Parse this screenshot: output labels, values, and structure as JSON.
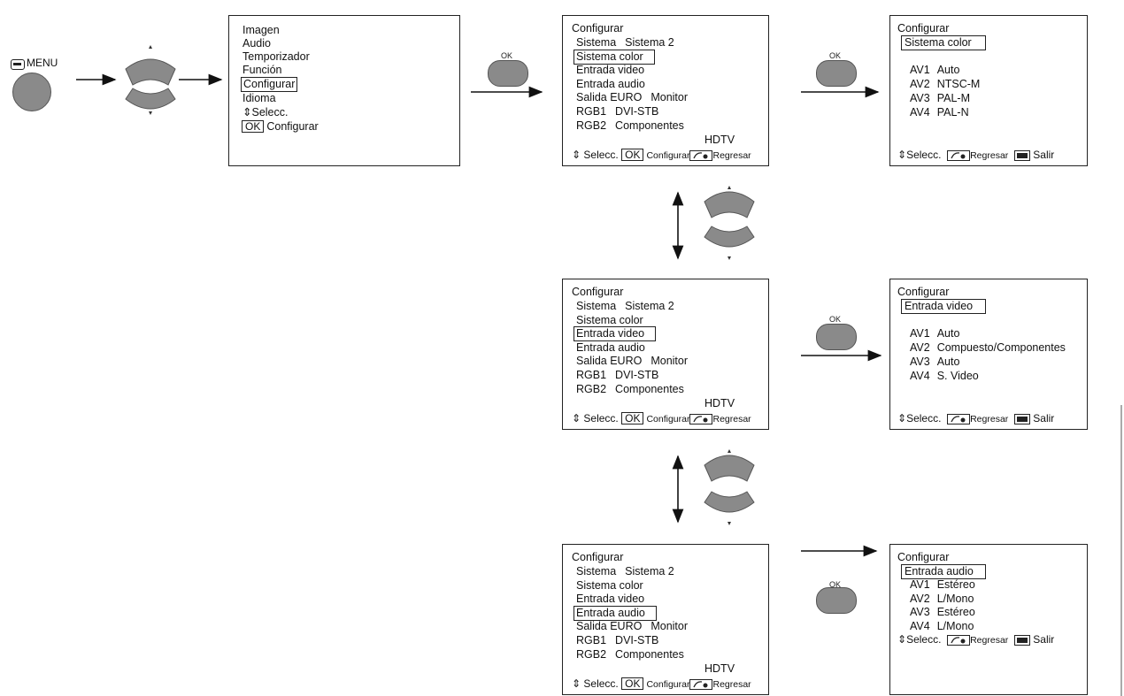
{
  "start": {
    "menu_label": "MENU"
  },
  "ok_label": "OK",
  "main_menu": {
    "items": [
      "Imagen",
      "Audio",
      "Temporizador",
      "Función",
      "Configurar",
      "Idioma"
    ],
    "selected": 4,
    "hint_select": "Selecc.",
    "hint_ok": "OK",
    "hint_ok_text": "Configurar"
  },
  "configurar": {
    "title": "Configurar",
    "rows": [
      [
        "Sistema",
        "Sistema 2"
      ],
      [
        "Sistema color",
        ""
      ],
      [
        "Entrada video",
        ""
      ],
      [
        "Entrada audio",
        ""
      ],
      [
        "Salida EURO",
        "Monitor"
      ],
      [
        "RGB1",
        "DVI-STB"
      ],
      [
        "RGB2",
        "Componentes"
      ]
    ],
    "hdtv": "HDTV",
    "footer_select": "Selecc.",
    "footer_ok": "OK",
    "footer_config": "Configurar",
    "footer_back": "Regresar"
  },
  "sub_color": {
    "title": "Configurar",
    "header": "Sistema color",
    "rows": [
      [
        "AV1",
        "Auto"
      ],
      [
        "AV2",
        "NTSC-M"
      ],
      [
        "AV3",
        "PAL-M"
      ],
      [
        "AV4",
        "PAL-N"
      ]
    ],
    "footer_select": "Selecc.",
    "footer_back": "Regresar",
    "footer_exit": "Salir"
  },
  "sub_video": {
    "title": "Configurar",
    "header": "Entrada video",
    "rows": [
      [
        "AV1",
        "Auto"
      ],
      [
        "AV2",
        "Compuesto/Componentes"
      ],
      [
        "AV3",
        "Auto"
      ],
      [
        "AV4",
        "S. Video"
      ]
    ],
    "footer_select": "Selecc.",
    "footer_back": "Regresar",
    "footer_exit": "Salir"
  },
  "sub_audio": {
    "title": "Configurar",
    "header": "Entrada audio",
    "rows": [
      [
        "AV1",
        "Estéreo"
      ],
      [
        "AV2",
        "L/Mono"
      ],
      [
        "AV3",
        "Estéreo"
      ],
      [
        "AV4",
        "L/Mono"
      ]
    ],
    "footer_select": "Selecc.",
    "footer_back": "Regresar",
    "footer_exit": "Salir"
  }
}
